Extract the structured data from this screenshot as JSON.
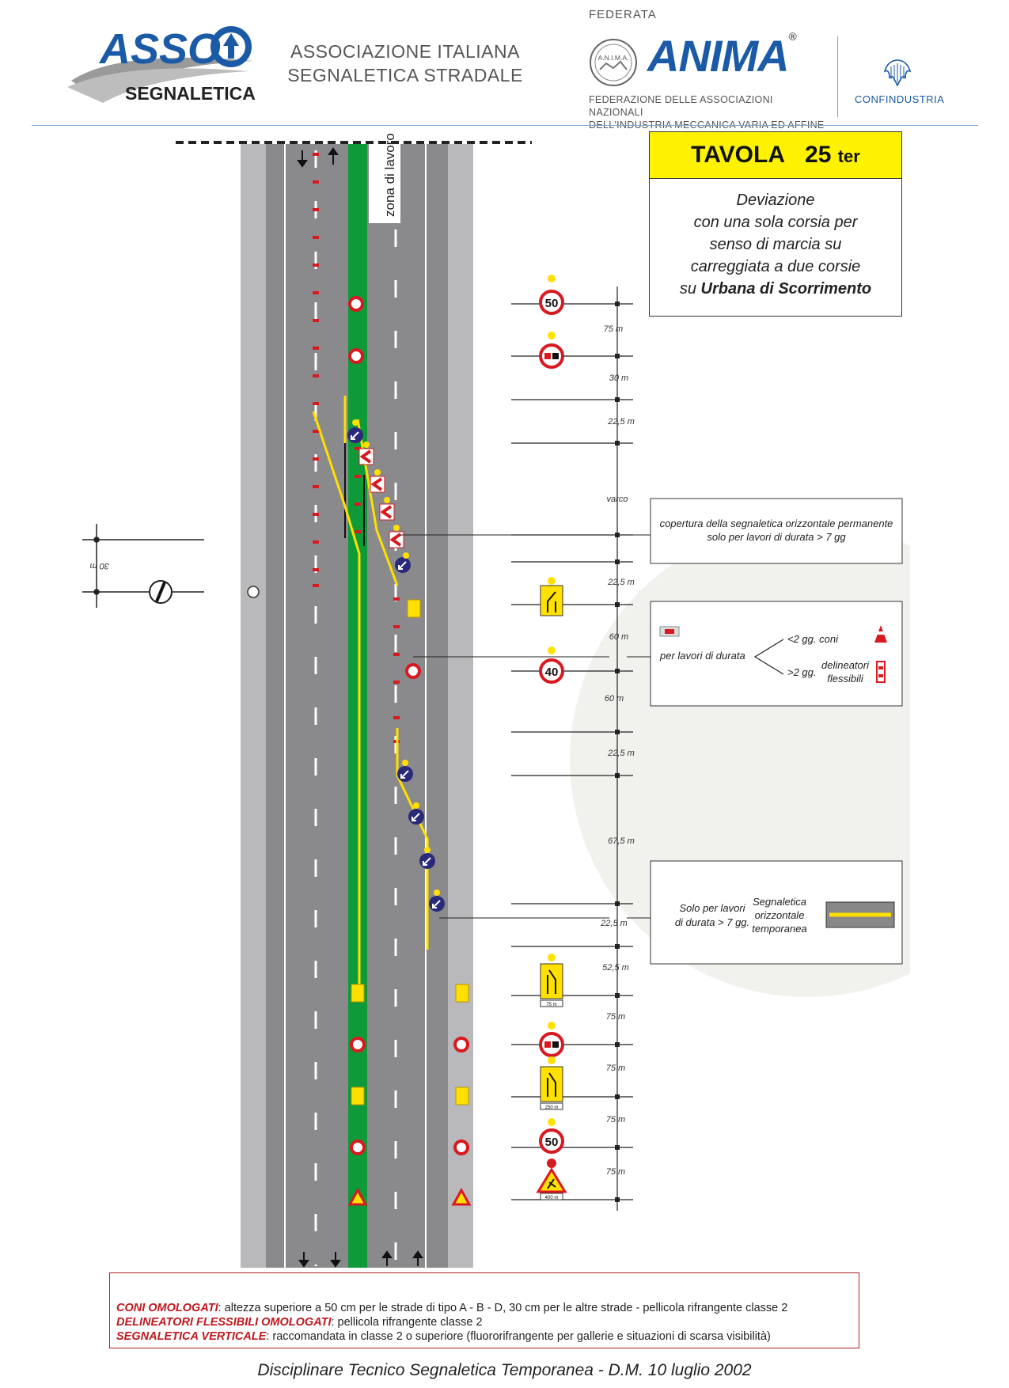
{
  "header": {
    "asso_top": "ASSO",
    "asso_bottom": "SEGNALETICA",
    "assoc_line1": "ASSOCIAZIONE ITALIANA",
    "assoc_line2": "SEGNALETICA STRADALE",
    "federata": "FEDERATA",
    "anima_seal": "A.N.I.M.A.",
    "anima": "ANIMA",
    "anima_reg": "®",
    "anima_sub1": "FEDERAZIONE DELLE ASSOCIAZIONI NAZIONALI",
    "anima_sub2": "DELL'INDUSTRIA MECCANICA VARIA ED AFFINE",
    "confindustria": "CONFINDUSTRIA"
  },
  "tavola": {
    "title": "TAVOLA",
    "number": "25",
    "suffix": "ter",
    "desc1": "Deviazione",
    "desc2": "con una sola corsia per",
    "desc3": "senso di marcia su",
    "desc4": "carreggiata a due corsie",
    "desc5_pre": "su",
    "desc5_bold": "Urbana di Scorrimento"
  },
  "road": {
    "zona_label": "zona di lavoro"
  },
  "signs": {
    "speed50": "50",
    "speed40": "40",
    "panel_75": "75 m",
    "panel_250": "250 m",
    "panel_400": "400 m"
  },
  "dimensions": [
    {
      "label": "75 m"
    },
    {
      "label": "30 m"
    },
    {
      "label": "22,5 m"
    },
    {
      "label": "varco"
    },
    {
      "label": "22,5 m"
    },
    {
      "label": "60 m"
    },
    {
      "label": "60 m"
    },
    {
      "label": "22,5 m"
    },
    {
      "label": "67,5 m"
    },
    {
      "label": "22,5 m"
    },
    {
      "label": "52,5 m"
    },
    {
      "label": "75 m"
    },
    {
      "label": "75 m"
    },
    {
      "label": "75 m"
    },
    {
      "label": "75 m"
    }
  ],
  "left_dim": "30 m",
  "info_boxes": {
    "copertura1": "copertura della segnaletica orizzontale permanente",
    "copertura2": "solo per lavori di durata > 7 gg",
    "durata_label": "per lavori di durata",
    "coni": "<2 gg. coni",
    "delin_pre": ">2 gg.",
    "delin1": "delineatori",
    "delin2": "flessibili",
    "solo1": "Solo per lavori",
    "solo2": "di durata > 7 gg.",
    "segn1": "Segnaletica",
    "segn2": "orizzontale",
    "segn3": "temporanea"
  },
  "legend": {
    "coni_key": "CONI OMOLOGATI",
    "coni_text": ": altezza superiore a 50 cm per le strade di tipo A - B - D, 30 cm per le altre strade - pellicola rifrangente classe 2",
    "delin_key": "DELINEATORI FLESSIBILI OMOLOGATI",
    "delin_text": ":  pellicola rifrangente classe 2",
    "vert_key": "SEGNALETICA VERTICALE",
    "vert_text": ": raccomandata in classe 2 o superiore (fluororifrangente per gallerie e situazioni di scarsa visibilità)"
  },
  "footer": "Disciplinare Tecnico Segnaletica Temporanea - D.M.  10 luglio 2002",
  "colors": {
    "road_gray": "#8a8a8c",
    "shoulder_gray": "#b9b9bb",
    "median_green": "#0f9a3a",
    "temp_yellow": "#ffe000",
    "sign_red": "#d71920",
    "sign_blue": "#2a2a7a",
    "brand_blue": "#1a5aa6"
  }
}
